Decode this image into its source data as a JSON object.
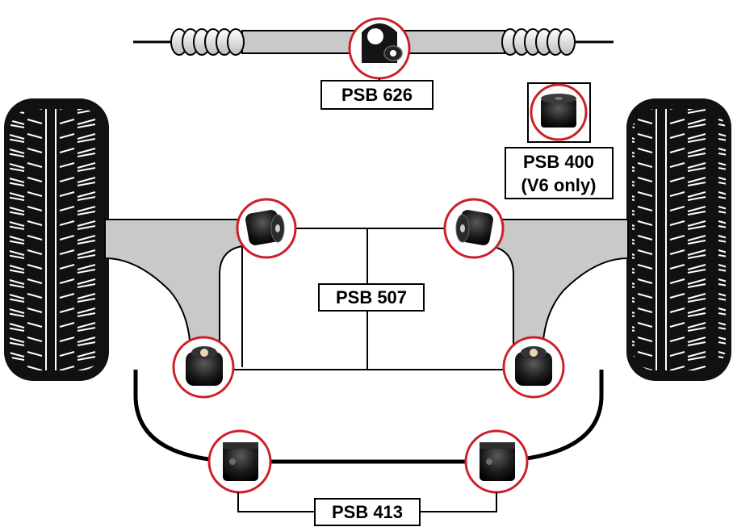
{
  "labels": {
    "steering_rack": "PSB 626",
    "engine_mount": "PSB 400",
    "engine_mount_note": "(V6 only)",
    "wishbone": "PSB 507",
    "anti_roll_bar": "PSB 413"
  },
  "colors": {
    "highlight_ring": "#cc1f2a",
    "arm_fill": "#c9c9c9",
    "tyre": "#111111",
    "bush": "#1a1a1a"
  },
  "icons": {
    "tyre": "tyre-tread-icon",
    "bush": "polyurethane-bush-icon",
    "gaiter": "rubber-gaiter-icon"
  }
}
